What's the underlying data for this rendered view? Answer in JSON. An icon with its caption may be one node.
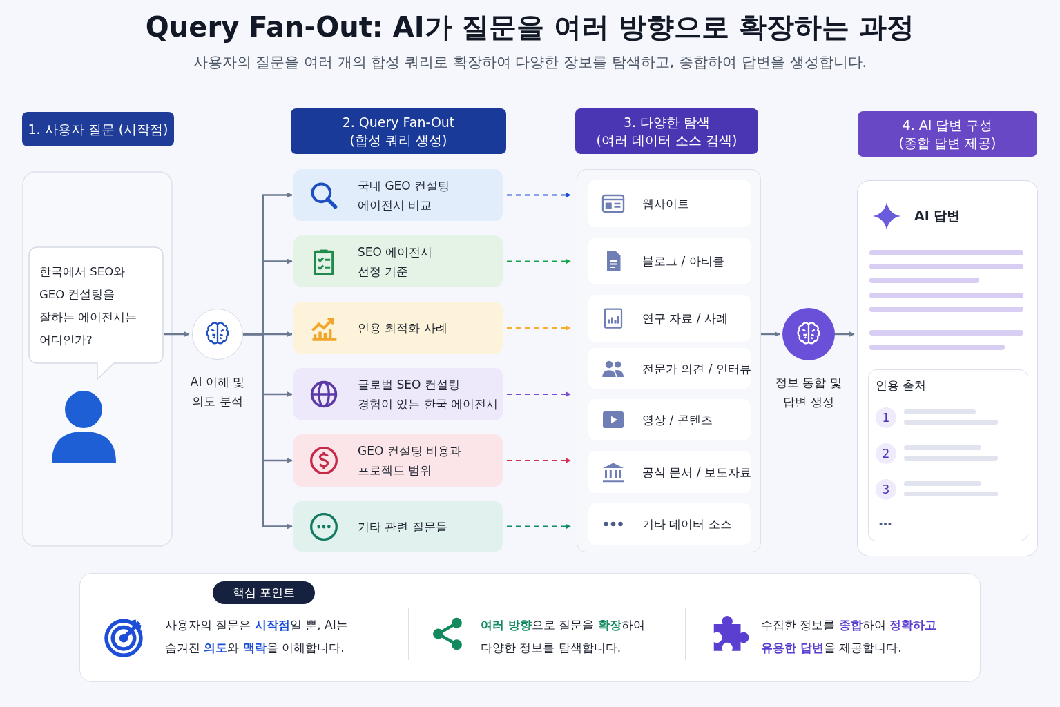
{
  "diagram": {
    "title": "Query Fan-Out: AI가 질문을 여러 방향으로 확장하는 과정",
    "caption": "사용자의 질문을 여러 개의 합성 쿼리로 확장하여 다양한 장보를 탐색하고, 종합하여 답변을 생성합니다.",
    "nodes": [
      {
        "text": [
          "1. 사용자 질문 (시작점)"
        ]
      },
      {
        "text": [
          "2. Query Fan-Out",
          "(합성 쿼리 생성)"
        ]
      },
      {
        "text": [
          "3. 다양한 탐색",
          "(여러 데이터 소스 검색)"
        ]
      },
      {
        "text": [
          "4. AI 답변 구성",
          "(종합 답변 제공)"
        ]
      },
      {
        "text": [
          "한국에서 SEO와 GEO 컨설팅을 잘하는 에이전시는 어디인가?"
        ]
      },
      {
        "text": [],
        "shape": "circle",
        "beside": [
          "AI 이해 및 의도 분석"
        ]
      },
      {
        "text": [
          "국내 GEO 컨설팅 에이전시 비교"
        ]
      },
      {
        "text": [
          "SEO 에이전시 선정 기준"
        ]
      },
      {
        "text": [
          "인용 최적화 사례"
        ]
      },
      {
        "text": [
          "글로벌 SEO 컨설팅 경험이 있는 한국 에이전시"
        ]
      },
      {
        "text": [
          "GEO 컨설팅 비용과 프로젝트 범위"
        ]
      },
      {
        "text": [
          "기타 관련 질문들"
        ]
      },
      {
        "text": [],
        "shape": "box"
      },
      {
        "text": [
          "웹사이트"
        ],
        "in": 12
      },
      {
        "text": [
          "블로그 / 아티클"
        ],
        "in": 12
      },
      {
        "text": [
          "연구 자료 / 사례"
        ],
        "in": 12
      },
      {
        "text": [
          "전문가 의견 / 인터뷰"
        ],
        "in": 12
      },
      {
        "text": [
          "영상 / 콘텐츠"
        ],
        "in": 12
      },
      {
        "text": [
          "공식 문서 / 보도자료"
        ],
        "in": 12
      },
      {
        "text": [
          "기타 데이터 소스"
        ],
        "in": 12
      },
      {
        "text": [],
        "shape": "circle",
        "beside": [
          "정보 통합 및 답변 생성"
        ]
      },
      {
        "text": [
          "AI 답변"
        ]
      },
      {
        "text": [
          "인용 출처"
        ],
        "in": 21
      },
      {
        "text": [
          "1"
        ],
        "in": 22
      },
      {
        "text": [
          "2"
        ],
        "in": 22
      },
      {
        "text": [
          "3"
        ],
        "in": 22
      },
      {
        "text": [
          "핵심 포인트",
          "사용자의 질문은 **시작점**일 뿐, AI는 숨겨진 **의도**와 **맥락**을 이해합니다.",
          "**여러 방향**으로 질문을 **확장**하여 다양한 정보를 탐색합니다.",
          "수집한 정보를 **종합**하여 **정확하고 유용한 답변**을 제공합니다."
        ]
      }
    ],
    "edges": [
      {
        "from": 4,
        "to": 5,
        "arrow": "to"
      },
      {
        "from": 5,
        "to": 6,
        "arrow": "to"
      },
      {
        "from": 5,
        "to": 7,
        "arrow": "to"
      },
      {
        "from": 5,
        "to": 8,
        "arrow": "to"
      },
      {
        "from": 5,
        "to": 9,
        "arrow": "to"
      },
      {
        "from": 5,
        "to": 10,
        "arrow": "to"
      },
      {
        "from": 5,
        "to": 11,
        "arrow": "to"
      },
      {
        "from": 6,
        "to": 12,
        "arrow": "to",
        "style": "dashed",
        "color": "#1d4ed8"
      },
      {
        "from": 7,
        "to": 12,
        "arrow": "to",
        "style": "dashed",
        "color": "#16a34a"
      },
      {
        "from": 8,
        "to": 12,
        "arrow": "to",
        "style": "dashed",
        "color": "#f5b12e"
      },
      {
        "from": 9,
        "to": 12,
        "arrow": "to",
        "style": "dashed",
        "color": "#7c4dcc"
      },
      {
        "from": 10,
        "to": 12,
        "arrow": "to",
        "style": "dashed",
        "color": "#d0314f"
      },
      {
        "from": 11,
        "to": 12,
        "arrow": "to",
        "style": "dashed",
        "color": "#0f8a6a"
      },
      {
        "from": 12,
        "to": 20,
        "arrow": "to"
      },
      {
        "from": 20,
        "to": 21,
        "arrow": "to"
      }
    ]
  }
}
